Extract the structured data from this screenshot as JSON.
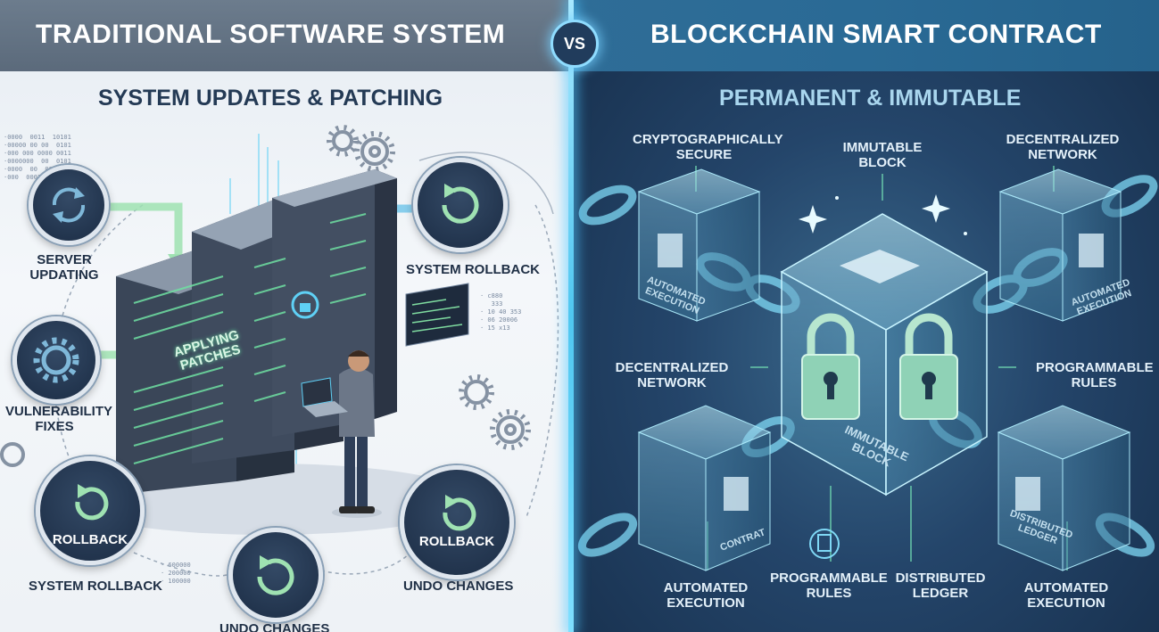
{
  "left": {
    "header": "TRADITIONAL SOFTWARE SYSTEM",
    "subtitle": "SYSTEM UPDATES & PATCHING",
    "labels": {
      "server_updating": "SERVER\nUPDATING",
      "vulnerability_fixes": "VULNERABILITY\nFIXES",
      "system_rollback_top": "SYSTEM ROLLBACK",
      "system_rollback_bottom": "SYSTEM ROLLBACK",
      "undo_changes_right": "UNDO CHANGES",
      "undo_changes_bottom": "UNDO CHANGES",
      "rollback_left": "ROLLBACK",
      "rollback_right": "ROLLBACK",
      "applying_patches": "APPLYING\nPATCHES"
    }
  },
  "vs": "VS",
  "right": {
    "header": "BLOCKCHAIN SMART CONTRACT",
    "subtitle": "PERMANENT & IMMUTABLE",
    "labels": {
      "crypto_secure": "CRYPTOGRAPHICALLY\nSECURE",
      "immutable_block_top": "IMMUTABLE\nBLOCK",
      "decentralized_top": "DECENTRALIZED\nNETWORK",
      "decentralized_left": "DECENTRALIZED\nNETWORK",
      "programmable_rules_right": "PROGRAMMABLE\nRULES",
      "automated_execution_left": "AUTOMATED\nEXECUTION",
      "programmable_rules_bottom": "PROGRAMMABLE\nRULES",
      "distributed_ledger": "DISTRIBUTED\nLEDGER",
      "automated_execution_right": "AUTOMATED\nEXECUTION",
      "cube_automated_left": "AUTOMATED\nEXECUTION",
      "cube_automated_right": "AUTOMATED\nEXECUTION",
      "cube_immutable": "IMMUTABLE\nBLOCK",
      "cube_contract": "CONTRAT",
      "cube_distributed": "DISTRIBUTED\nLEDGER"
    }
  },
  "colors": {
    "accent_green": "#7fdca0",
    "accent_cyan": "#5fd0f5",
    "navy": "#1f3350"
  }
}
